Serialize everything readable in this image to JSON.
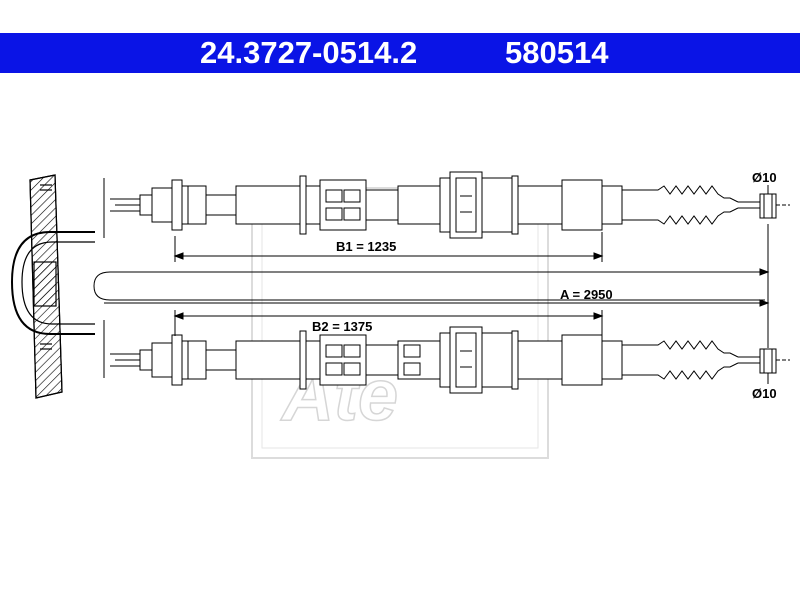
{
  "header": {
    "part_number": "24.3727-0514.2",
    "ref_number": "580514",
    "background": "#0a14e6",
    "text_color": "#ffffff"
  },
  "dimensions": {
    "b1": "B1 = 1235",
    "a": "A = 2950",
    "b2": "B2 = 1375",
    "dia_top": "Ø10",
    "dia_bottom": "Ø10"
  },
  "watermark": {
    "logo_text": "Ate",
    "color": "#d6d6d6"
  },
  "drawing": {
    "line_color": "#000000"
  }
}
